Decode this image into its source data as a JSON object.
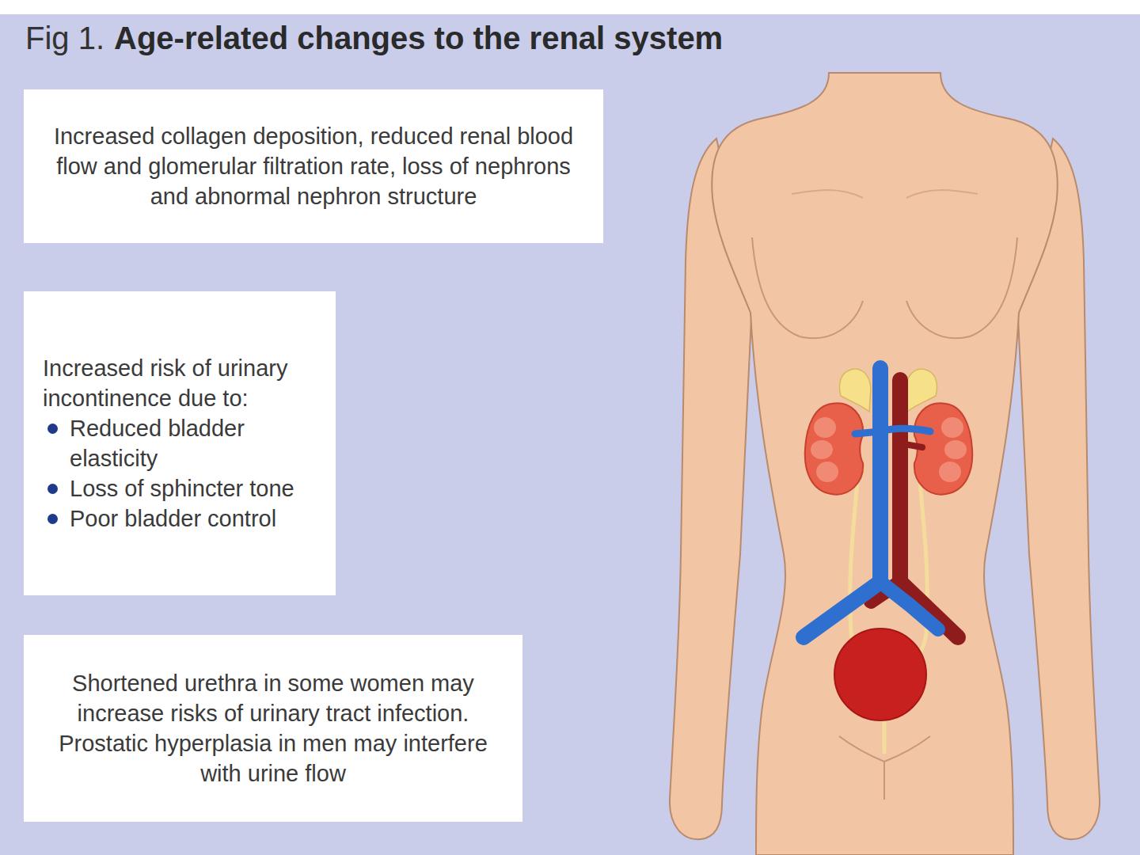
{
  "diagram": {
    "title": "Age-related changes to the renal system",
    "nodes": [
      {
        "text": [
          "Increased collagen deposition, reduced renal blood flow and glomerular filtration rate, loss of nephrons and abnormal nephron structure"
        ]
      },
      {
        "text": [
          "Increased risk of urinary incontinence due to:",
          "Reduced bladder elasticity",
          "Loss of sphincter tone",
          "Poor bladder control"
        ]
      },
      {
        "text": [
          "Shortened urethra in some women may increase risks of urinary tract infection. Prostatic hyperplasia in men may interfere with urine flow"
        ]
      }
    ],
    "labels": [
      "Fig 1."
    ]
  }
}
